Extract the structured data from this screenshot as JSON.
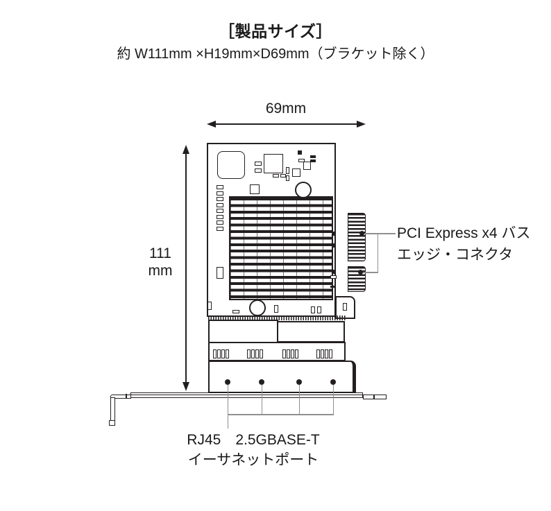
{
  "title": "［製品サイズ］",
  "subtitle": "約 W111mm ×H19mm×D69mm（ブラケット除く）",
  "dimension_labels": {
    "depth": "69mm",
    "height_line1": "111",
    "height_line2": "mm"
  },
  "annotations": {
    "pcie_line1": "PCI Express x4 バス",
    "pcie_line2": "エッジ・コネクタ",
    "ports_line1": "RJ45　2.5GBASE-T",
    "ports_line2": "イーサネットポート"
  },
  "colors": {
    "line": "#231f20",
    "leader": "#8f8f8f",
    "text": "#1a1a1a",
    "background": "#ffffff"
  }
}
